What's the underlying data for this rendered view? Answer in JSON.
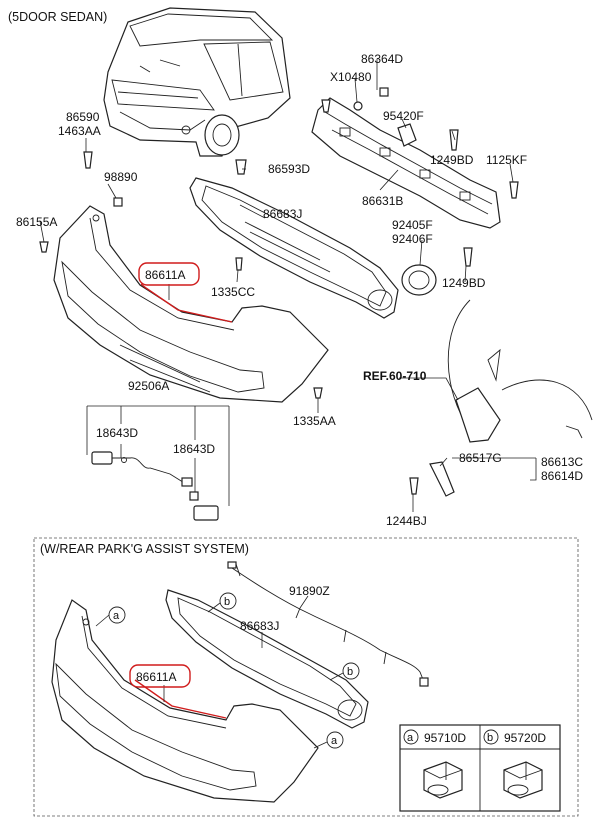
{
  "sections": {
    "top_title": "(5DOOR SEDAN)",
    "bottom_title": "(W/REAR PARK'G ASSIST SYSTEM)"
  },
  "ref_label": "REF.60-710",
  "labels": {
    "p86364D": "86364D",
    "pX10480": "X10480",
    "p95420F": "95420F",
    "p1249BD_a": "1249BD",
    "p1125KF": "1125KF",
    "p86631B": "86631B",
    "p86590": "86590",
    "p1463AA": "1463AA",
    "p98890": "98890",
    "p86593D": "86593D",
    "p86155A": "86155A",
    "p86683J_a": "86683J",
    "p86611A_a": "86611A",
    "p1335CC": "1335CC",
    "p92405F": "92405F",
    "p92406F": "92406F",
    "p1249BD_b": "1249BD",
    "p92506A": "92506A",
    "p18643D_a": "18643D",
    "p18643D_b": "18643D",
    "p1335AA": "1335AA",
    "p86517G": "86517G",
    "p86613C": "86613C",
    "p86614D": "86614D",
    "p1244BJ": "1244BJ",
    "p91890Z": "91890Z",
    "p86683J_b": "86683J",
    "p86611A_b": "86611A"
  },
  "callouts": {
    "a": "a",
    "b": "b"
  },
  "legend": {
    "a_letter": "a",
    "a_part": "95710D",
    "b_letter": "b",
    "b_part": "95720D"
  },
  "colors": {
    "highlight": "#d01c1c",
    "line": "#222222"
  }
}
